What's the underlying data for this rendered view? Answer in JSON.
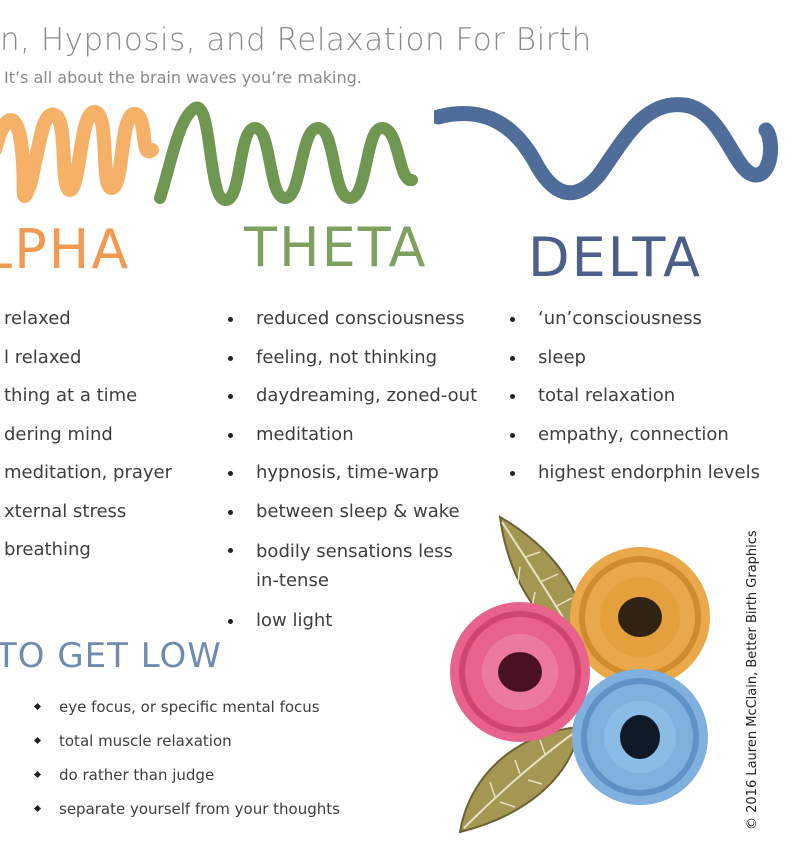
{
  "header": {
    "title": "n, Hypnosis, and Relaxation For Birth",
    "subtitle": "It’s all about the brain waves you’re making."
  },
  "colors": {
    "alpha": "#f29a52",
    "theta": "#7ea160",
    "delta": "#4b5f8a",
    "get_low": "#6f8bb0"
  },
  "alpha": {
    "heading": "LPHA",
    "items": [
      "relaxed",
      "l relaxed",
      "thing at a time",
      "dering mind",
      "meditation, prayer",
      "xternal stress",
      "breathing"
    ]
  },
  "theta": {
    "heading": "THETA",
    "items": [
      "reduced consciousness",
      "feeling, not thinking",
      "daydreaming, zoned-out",
      "meditation",
      "hypnosis, time-warp",
      "between sleep & wake",
      "bodily sensations less in-tense",
      "low light"
    ]
  },
  "delta": {
    "heading": "DELTA",
    "items": [
      "‘un’consciousness",
      "sleep",
      "total relaxation",
      "empathy, connection",
      "highest endorphin levels"
    ]
  },
  "get_low": {
    "heading": "TO GET LOW",
    "tips": [
      "eye focus, or specific mental focus",
      "total muscle relaxation",
      "do rather than judge",
      "separate yourself from your thoughts"
    ]
  },
  "credit": "© 2016 Lauren McClain, Better Birth Graphics"
}
